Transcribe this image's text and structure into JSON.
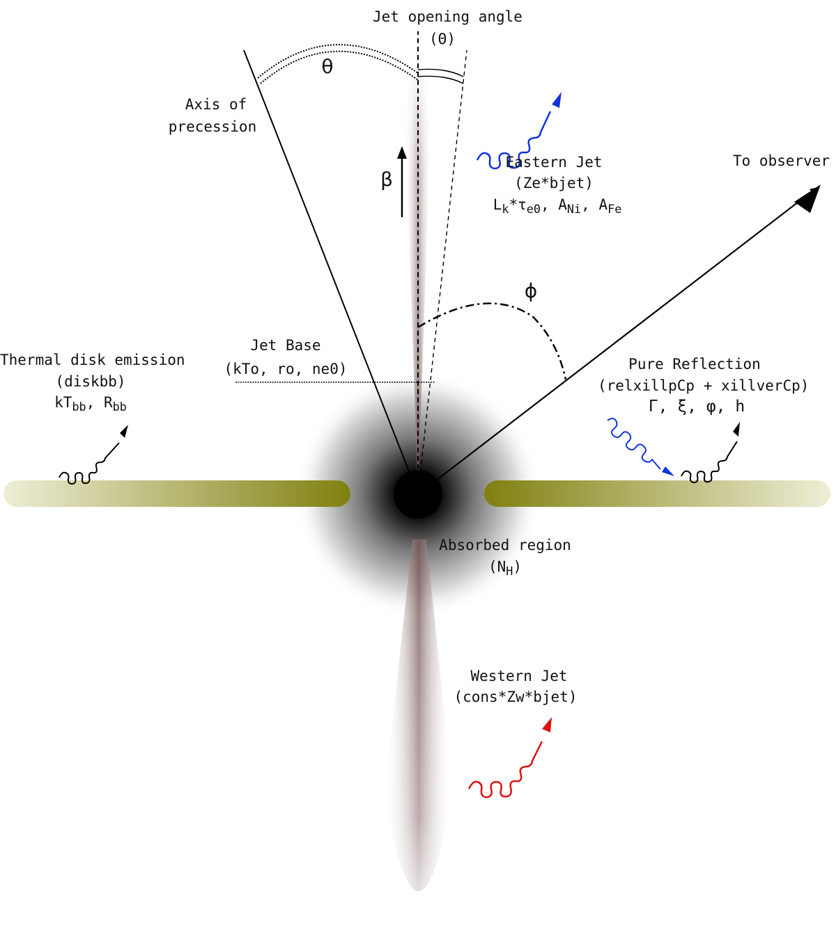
{
  "labels": {
    "jet_opening_angle": "Jet opening angle",
    "jet_opening_symbol": "(Θ)",
    "theta": "θ",
    "axis_of_precession_1": "Axis of",
    "axis_of_precession_2": "precession",
    "beta": "β",
    "eastern_jet_title": "Eastern Jet",
    "eastern_jet_model": "(Ze*bjet)",
    "eastern_jet_params": {
      "l": "L",
      "l_sub": "k",
      "tau": "*τ",
      "tau_sub": "e0",
      "sep1": ", ",
      "a_ni": "A",
      "a_ni_sub": "Ni",
      "sep2": ", ",
      "a_fe": "A",
      "a_fe_sub": "Fe"
    },
    "to_observer": "To observer",
    "phi": "ϕ",
    "jet_base_title": "Jet Base",
    "jet_base_params": "(kTo, ro, ne0)",
    "thermal_title": "Thermal disk emission",
    "thermal_model": "(diskbb)",
    "thermal_params": {
      "kt": "kT",
      "kt_sub": "bb",
      "sep": ", ",
      "r": "R",
      "r_sub": "bb"
    },
    "pure_reflection_title": "Pure Reflection",
    "pure_reflection_model": "(relxillpCp + xillverCp)",
    "pure_reflection_params": "Γ, ξ, φ, h",
    "absorbed_title": "Absorbed region",
    "absorbed_params": {
      "open": "(N",
      "sub": "H",
      "close": ")"
    },
    "western_jet_title": "Western Jet",
    "western_jet_model": "(cons*Zw*bjet)"
  },
  "colors": {
    "disk": "#808010",
    "jet": "#8b6b6b",
    "photon_blue": "#1133dd",
    "photon_red": "#e01010",
    "photon_black": "#000000"
  },
  "icons": {
    "eastern_photon": "wavy-arrow-icon",
    "western_photon": "wavy-arrow-icon",
    "thermal_photon": "wavy-arrow-icon",
    "reflection_incoming_photon": "wavy-arrow-icon",
    "reflection_outgoing_photon": "wavy-arrow-icon"
  }
}
